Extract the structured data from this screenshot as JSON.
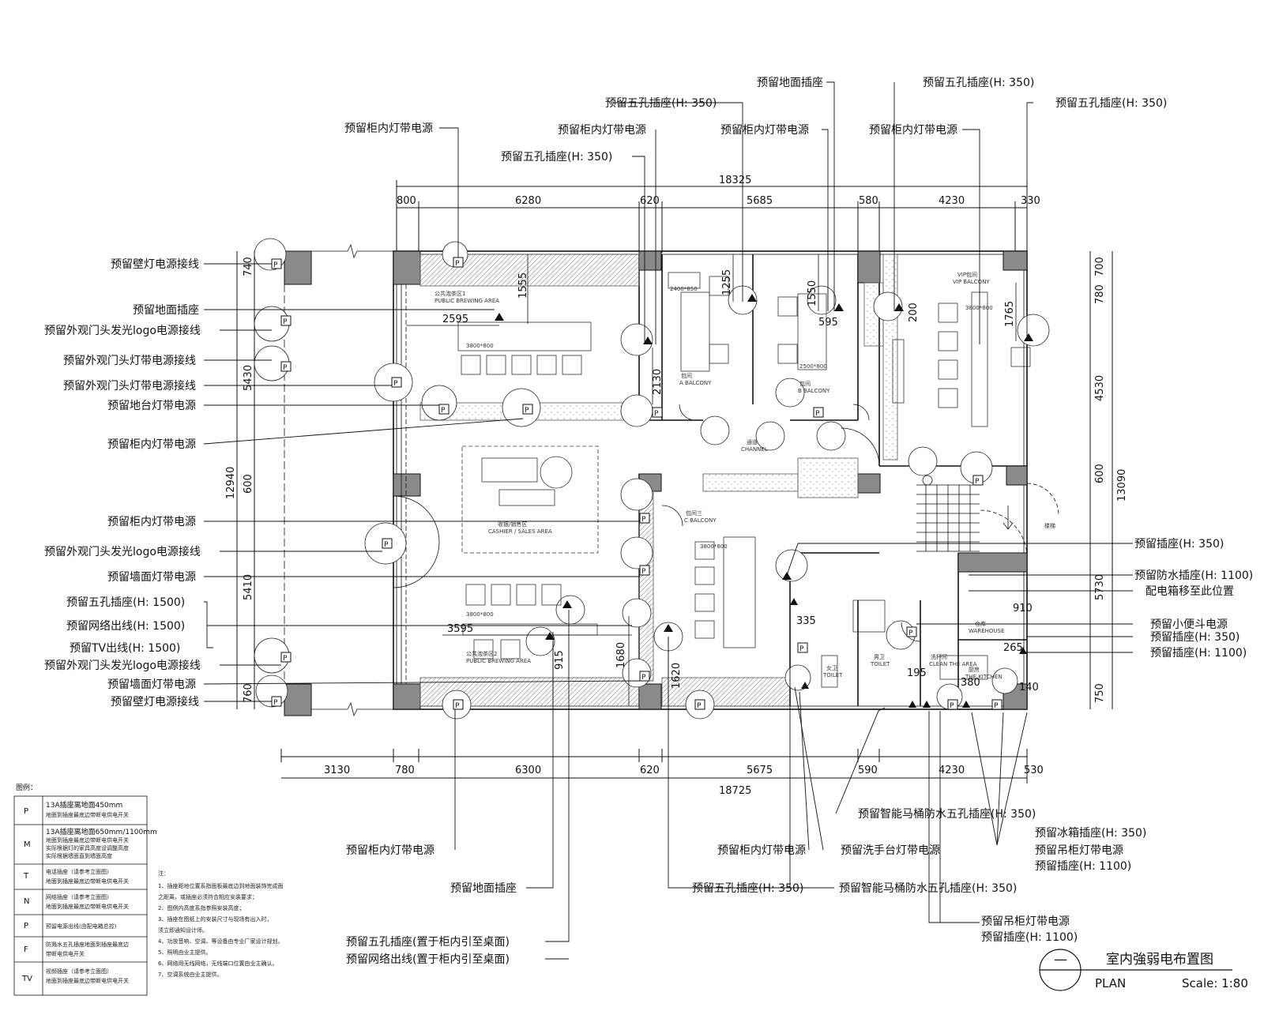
{
  "dims_top": {
    "total": "18325",
    "segments": [
      "800",
      "6280",
      "620",
      "5685",
      "580",
      "4230",
      "330"
    ]
  },
  "dims_bottom": {
    "total": "18725",
    "segments": [
      "3130",
      "780",
      "6300",
      "620",
      "5675",
      "590",
      "4230",
      "530"
    ]
  },
  "dims_left": {
    "total": "12940",
    "segments": [
      "740",
      "5430",
      "600",
      "5410",
      "760"
    ]
  },
  "dims_right": {
    "total": "13090",
    "segments": [
      "700",
      "780",
      "4530",
      "600",
      "5730",
      "750"
    ]
  },
  "inner_dims": [
    "1555",
    "2595",
    "1255",
    "1550",
    "595",
    "200",
    "1765",
    "2130",
    "3595",
    "1680",
    "915",
    "1620",
    "335",
    "195",
    "910",
    "265",
    "380",
    "140"
  ],
  "rooms": {
    "public_tea_1": "公共泡茶区1",
    "public_tea_1_en": "PUBLIC BREWING AREA",
    "public_tea_2": "公共泡茶区2",
    "public_tea_2_en": "PUBLIC BREWING AREA",
    "cashier": "收银/销售区",
    "cashier_en": "CASHIER / SALES AREA",
    "channel": "通道",
    "channel_en": "CHANNEL",
    "vip": "VIP包间",
    "vip_en": "VIP BALCONY",
    "balcony_a": "包间",
    "balcony_a_en": "A BALCONY",
    "balcony_b": "包间",
    "balcony_b_en": "B BALCONY",
    "balcony_c": "包间三",
    "balcony_c_en": "C BALCONY",
    "female_wc": "女卫",
    "female_wc_en": "TOILET",
    "male_wc": "男卫",
    "male_wc_en": "TOILET",
    "clean": "洗杯间",
    "clean_en": "CLEAN THE AREA",
    "kitchen": "厨房",
    "kitchen_en": "THE KITCHEN",
    "warehouse": "仓库",
    "warehouse_en": "WAREHOUSE",
    "stair": "楼梯",
    "table_3800": "3800*800",
    "table_2400": "2400*850",
    "table_2500": "2500*800"
  },
  "labels": {
    "l_wall_lamp_top": "预留壁灯电源接线",
    "l_floor_socket": "预留地面插座",
    "l_logo_1": "预留外观门头发光logo电源接线",
    "l_door_strip_1": "预留外观门头灯带电源接线",
    "l_door_strip_2": "预留外观门头灯带电源接线",
    "l_platform_strip": "预留地台灯带电源",
    "l_cabinet_1": "预留柜内灯带电源",
    "l_cabinet_2": "预留柜内灯带电源",
    "l_logo_2": "预留外观门头发光logo电源接线",
    "l_wall_strip_1": "预留墙面灯带电源",
    "l_five_1500": "预留五孔插座(H: 1500)",
    "l_net_1500": "预留网络出线(H: 1500)",
    "l_tv_1500": "预留TV出线(H: 1500)",
    "l_logo_3": "预留外观门头发光logo电源接线",
    "l_wall_strip_2": "预留墙面灯带电源",
    "l_wall_lamp_bottom": "预留壁灯电源接线",
    "t_cabinet_1": "预留柜内灯带电源",
    "t_five_350_1": "预留五孔插座(H: 350)",
    "t_five_350_2": "预留五孔插座(H: 350)",
    "t_cabinet_2": "预留柜内灯带电源",
    "t_floor": "预留地面插座",
    "t_cabinet_3": "预留柜内灯带电源",
    "t_five_350_3": "预留五孔插座(H: 350)",
    "t_cabinet_4": "预留柜内灯带电源",
    "t_five_350_4": "预留五孔插座(H: 350)",
    "r_socket_350": "预留插座(H: 350)",
    "r_waterproof_1100": "预留防水插座(H: 1100)",
    "r_box_move": "配电箱移至此位置",
    "r_urinal": "预留小便斗电源",
    "r_socket_350_b": "预留插座(H: 350)",
    "r_socket_1100": "预留插座(H: 1100)",
    "b_toilet_five_1": "预留智能马桶防水五孔插座(H: 350)",
    "b_fridge": "预留冰箱插座(H: 350)",
    "b_hang_strip": "预留吊柜灯带电源",
    "b_socket_1100": "预留插座(H: 1100)",
    "b_cabinet_1": "预留柜内灯带电源",
    "b_cabinet_2": "预留柜内灯带电源",
    "b_sink_strip": "预留洗手台灯带电源",
    "b_floor": "预留地面插座",
    "b_five_350": "预留五孔插座(H: 350)",
    "b_toilet_five_2": "预留智能马桶防水五孔插座(H: 350)",
    "b_hang_strip_2": "预留吊柜灯带电源",
    "b_socket_1100_2": "预留插座(H: 1100)",
    "b_five_desk": "预留五孔插座(置于柜内引至桌面)",
    "b_net_desk": "预留网络出线(置于柜内引至桌面)"
  },
  "legend": {
    "title": "图例：",
    "items": [
      {
        "sym": "P",
        "line1": "13A插座离地面450mm",
        "line2": "地面到插座最底边带断电供电开关"
      },
      {
        "sym": "M",
        "line1": "13A插座离地面650mm/1100mm",
        "line2": "地面到插座最底边带断电供电开关",
        "line3": "实际根据灯的家具高度设调整高度",
        "line4": "实际根据墙面直到墙面高度"
      },
      {
        "sym": "T",
        "line1": "电话插座（请参考立面图）",
        "line2": "地面到插座最底边带断电供电开关"
      },
      {
        "sym": "N",
        "line1": "网络插座（请参考立面图）",
        "line2": "地面到插座最底边带断电供电开关"
      },
      {
        "sym": "P",
        "line1": "预留电源出线(由配电箱总控)"
      },
      {
        "sym": "F",
        "line1": "防溅水五孔插座地面到插座最底边",
        "line2": "带断电供电开关"
      },
      {
        "sym": "TV",
        "line1": "视频插座（请参考立面图）",
        "line2": "地面到插座最底边带断电供电开关"
      }
    ]
  },
  "notes": {
    "head": "注：",
    "lines": [
      "1、插座距地位置系指面板最底边到地面装饰完成面",
      "之距离，或插座必须符合相应安装要求；",
      "2、图例内高度系指参照安装高度；",
      "3、插座在图纸上的安装尺寸与现场有出入时，",
      "须立即通知设计师。",
      "4、功放音响、空调、等设备由专业厂家设计规划。",
      "5、照明由业主提供。",
      "6、网络用无线网络，无线端口位置由业主确认。",
      "7、空调系统由业主提供。"
    ]
  },
  "title_block": {
    "number": "—",
    "title": "室内強弱电布置图",
    "plan": "PLAN",
    "scale": "Scale:  1:80"
  },
  "colors": {
    "line": "#111111",
    "wall": "#8a8a8a",
    "hatch": "#9a9a9a"
  }
}
